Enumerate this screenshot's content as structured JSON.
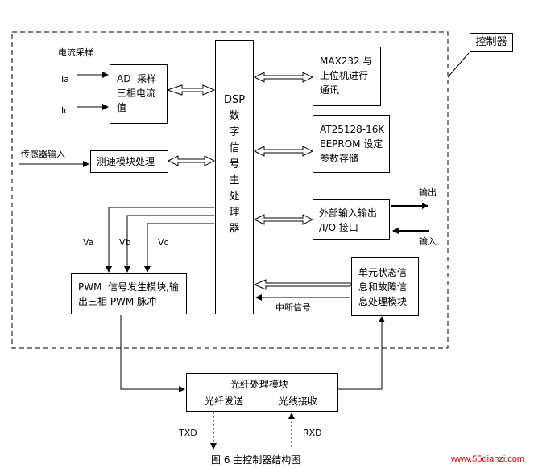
{
  "controller_label": "控制器",
  "labels": {
    "current_sampling": "电流采样",
    "ia": "Ia",
    "ic": "Ic",
    "sensor_input": "传感器输入",
    "va": "Va",
    "vb": "Vb",
    "vc": "Vc",
    "output": "输出",
    "input": "输入",
    "interrupt": "中断信号",
    "txd": "TXD",
    "rxd": "RXD"
  },
  "boxes": {
    "ad": "AD  采样\n三相电流\n值",
    "speed": "测速模块处理",
    "dsp": [
      "DSP",
      "数",
      "字",
      "信",
      "号",
      "主",
      "处",
      "理",
      "器"
    ],
    "max232": "MAX232 与\n上位机进行\n通讯",
    "eeprom": "AT25128-16K\nEEPROM 设定\n参数存储",
    "io": "外部输入输出\n/I/O 接口",
    "pwm": "PWM  信号发生模块,输\n出三相 PWM 脉冲",
    "status": "单元状态信\n息和故障信\n息处理模块",
    "fiber_title": "光纤处理模块",
    "fiber_send": "光纤发送",
    "fiber_recv": "光线接收"
  },
  "caption": "图 6  主控制器结构图",
  "watermark": "www.55dianzi.com"
}
